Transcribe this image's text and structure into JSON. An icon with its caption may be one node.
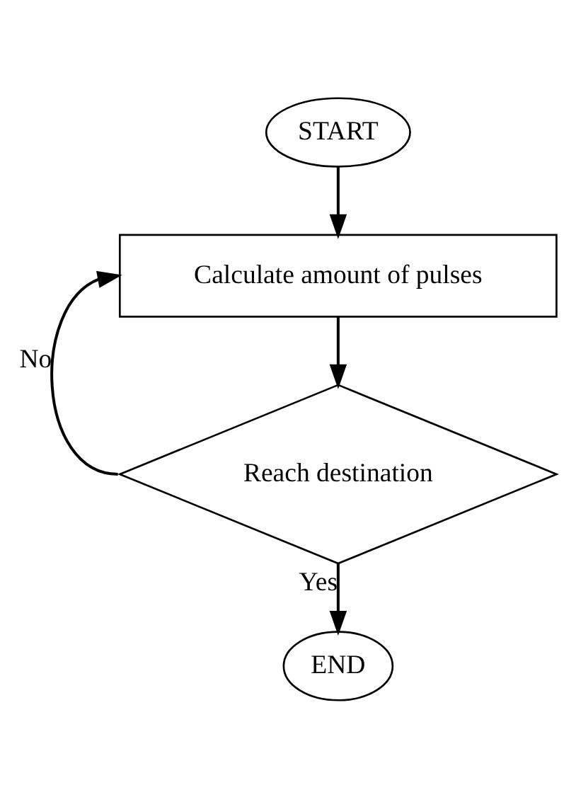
{
  "diagram": {
    "nodes": [
      {
        "text": [
          "START"
        ]
      },
      {
        "text": [
          "Calculate amount of pulses"
        ]
      },
      {
        "text": [
          "Reach destination"
        ]
      },
      {
        "text": [
          "END"
        ]
      }
    ],
    "edges": [
      {
        "from": 0,
        "to": 1,
        "arrow": "to"
      },
      {
        "from": 1,
        "to": 2,
        "arrow": "to"
      },
      {
        "from": 2,
        "to": 1,
        "arrow": "to",
        "label": "No"
      },
      {
        "from": 2,
        "to": 3,
        "arrow": "to",
        "label": "Yes"
      }
    ]
  }
}
